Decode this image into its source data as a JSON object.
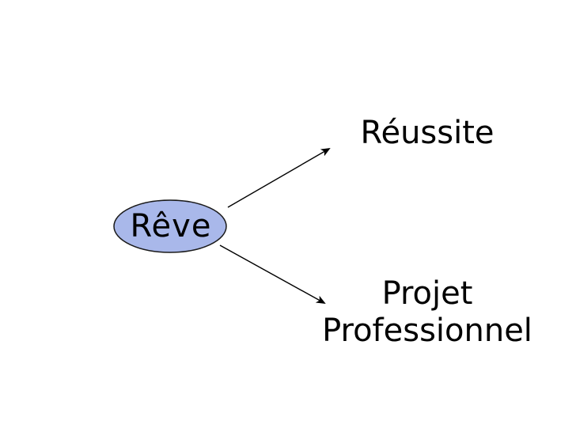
{
  "diagram": {
    "nodes": {
      "root": {
        "label": "Rêve",
        "fill": "#a9b8ea",
        "stroke": "#1a1a1a"
      },
      "top": {
        "label": "Réussite"
      },
      "bottom": {
        "line1": "Projet",
        "line2": "Professionnel"
      }
    },
    "edges": [
      {
        "from": "root",
        "to": "top",
        "color": "#000000"
      },
      {
        "from": "root",
        "to": "bottom",
        "color": "#000000"
      }
    ]
  }
}
